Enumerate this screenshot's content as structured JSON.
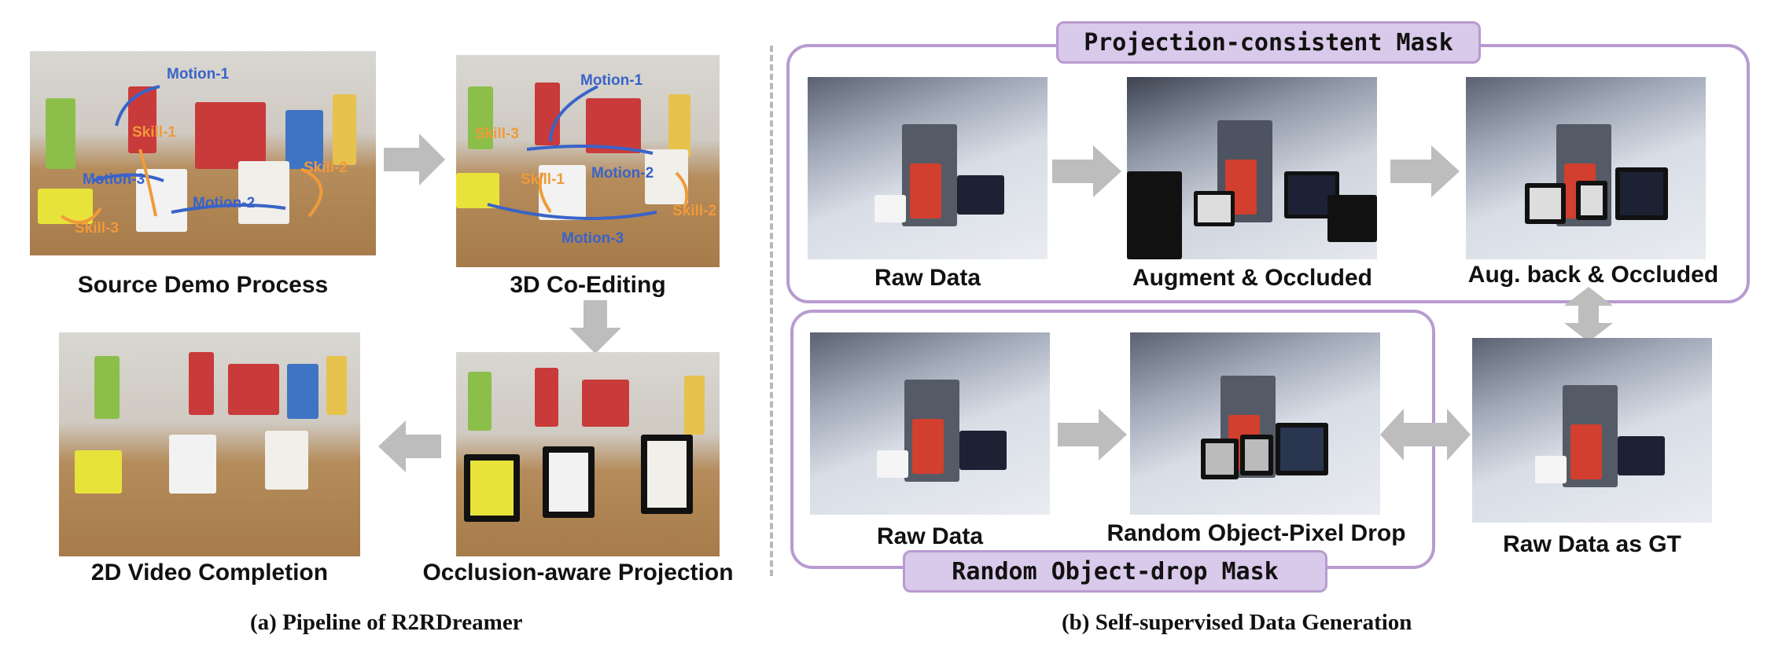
{
  "panel_a": {
    "caption": "(a) Pipeline of R2RDreamer",
    "images": {
      "source": "Source Demo Process",
      "coedit": "3D Co-Editing",
      "completion": "2D Video Completion",
      "projection": "Occlusion-aware Projection"
    },
    "motion_labels": [
      "Motion-1",
      "Motion-2",
      "Motion-3"
    ],
    "skill_labels": [
      "Skill-1",
      "Skill-2",
      "Skill-3"
    ]
  },
  "panel_b": {
    "caption": "(b) Self-supervised Data Generation",
    "top_pill": "Projection-consistent Mask",
    "bottom_pill": "Random Object-drop Mask",
    "row1": [
      "Raw Data",
      "Augment & Occluded",
      "Aug. back & Occluded"
    ],
    "row2": [
      "Raw Data",
      "Random Object-Pixel Drop",
      "Raw Data as GT"
    ]
  },
  "colors": {
    "frame": "#b89bd0",
    "pill": "#d9c9ea",
    "arrow": "#bdbdbd",
    "motion": "#3a63c8",
    "skill": "#f09a3a"
  }
}
